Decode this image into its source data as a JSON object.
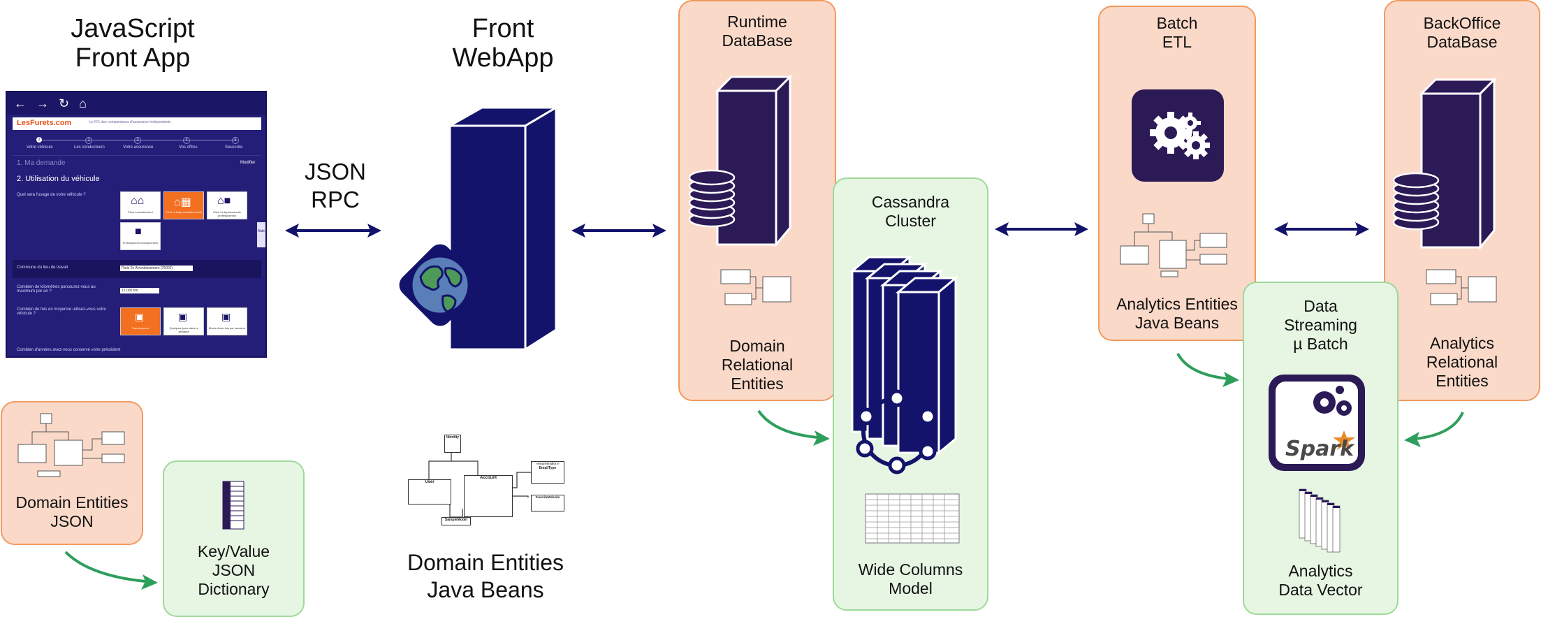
{
  "columns": {
    "js_front": {
      "title_line1": "JavaScript",
      "title_line2": "Front App"
    },
    "front_webapp": {
      "title_line1": "Front",
      "title_line2": "WebApp"
    },
    "json_rpc": {
      "line1": "JSON",
      "line2": "RPC"
    },
    "runtime_db": {
      "title_line1": "Runtime",
      "title_line2": "DataBase",
      "caption_line1": "Domain",
      "caption_line2": "Relational",
      "caption_line3": "Entities"
    },
    "cassandra": {
      "title_line1": "Cassandra",
      "title_line2": "Cluster",
      "caption_line1": "Wide Columns",
      "caption_line2": "Model"
    },
    "batch_etl": {
      "title_line1": "Batch",
      "title_line2": "ETL",
      "caption_line1": "Analytics Entities",
      "caption_line2": "Java Beans"
    },
    "backoffice_db": {
      "title_line1": "BackOffice",
      "title_line2": "DataBase",
      "caption_line1": "Analytics",
      "caption_line2": "Relational",
      "caption_line3": "Entities"
    },
    "streaming": {
      "title_line1": "Data",
      "title_line2": "Streaming",
      "title_line3": "µ Batch",
      "caption_line1": "Analytics",
      "caption_line2": "Data Vector",
      "spark_label": "Spark"
    }
  },
  "bottom": {
    "domain_json": {
      "line1": "Domain Entities",
      "line2": "JSON"
    },
    "kv_dict": {
      "line1": "Key/Value",
      "line2": "JSON",
      "line3": "Dictionary"
    },
    "domain_java": {
      "line1": "Domain Entities",
      "line2": "Java Beans"
    }
  },
  "uml": {
    "identity": "Identity",
    "user": "User",
    "account": "Account",
    "enumeration": "«enumeration»",
    "email_type": "EmailType",
    "favorite_website": "FavoriteWebsite",
    "sample_model": "SampleModel"
  },
  "screenshot": {
    "logo": "LesFurets.com",
    "tagline": "Le N°1 des comparateurs d'assurance indépendants",
    "steps": [
      "Votre véhicule",
      "Les conducteurs",
      "Votre assurance",
      "Vos offres",
      "Souscrire"
    ],
    "step_numbers": [
      "1",
      "2",
      "3",
      "4",
      "5"
    ],
    "section1": "1. Ma demande",
    "modify": "Modifier",
    "section2": "2. Utilisation du véhicule",
    "q_usage": "Quel sera l'usage de votre véhicule ?",
    "card1": "Privé exclusivement",
    "card2": "Privé et trajet domicile-travail",
    "card3": "Privé et déplacements professionnels",
    "card4": "Professionnel exclusivement",
    "q_commune": "Commune du lieu de travail",
    "commune_value": "Paris 2e Arrondissement (75002)",
    "q_km": "Combien de kilomètres parcourez-vous au maximum par an ?",
    "km_value": "15 000 km",
    "q_freq": "Combien de fois en moyenne utilisez-vous votre véhicule ?",
    "freq1": "Tous les jours",
    "freq2": "Quelques jours dans la semaine",
    "freq3": "Moins d'une fois par semaine",
    "q_duration": "Combien d'années avez-vous conservé votre précédent",
    "side_tab": "Aide"
  },
  "colors": {
    "navy": "#14136b",
    "orange_fill": "#fbd9c9",
    "orange_border": "#f19a5e",
    "green_fill": "#e6f6e3",
    "green_border": "#9fd89a",
    "green_arrow": "#2e9e5b",
    "purple": "#2c1a57"
  },
  "icons": [
    "arrow-left-icon",
    "arrow-right-icon",
    "refresh-icon",
    "home-icon",
    "server-icon",
    "globe-icon",
    "database-icon",
    "gears-icon",
    "spark-icon",
    "cluster-ring-icon"
  ]
}
